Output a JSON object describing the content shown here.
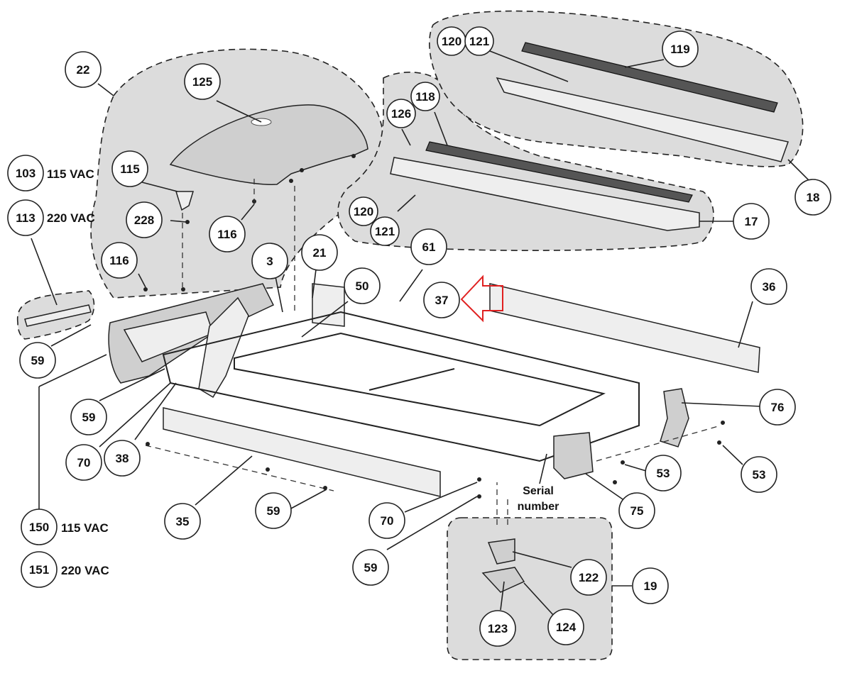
{
  "diagram": {
    "callouts": [
      "22",
      "125",
      "115",
      "228",
      "116",
      "116",
      "103",
      "113",
      "59",
      "59",
      "70",
      "38",
      "150",
      "151",
      "3",
      "21",
      "50",
      "61",
      "37",
      "36",
      "126",
      "118",
      "120",
      "121",
      "17",
      "120",
      "121",
      "119",
      "18",
      "76",
      "53",
      "53",
      "75",
      "35",
      "59",
      "70",
      "59",
      "122",
      "19",
      "123",
      "124"
    ],
    "voltage_labels": {
      "v103": "115 VAC",
      "v113": "220 VAC",
      "v150": "115 VAC",
      "v151": "220 VAC"
    },
    "serial_note": [
      "Serial",
      "number"
    ],
    "highlight_arrow_color": "#e02020",
    "region_fill_color": "#dcdcdc"
  }
}
